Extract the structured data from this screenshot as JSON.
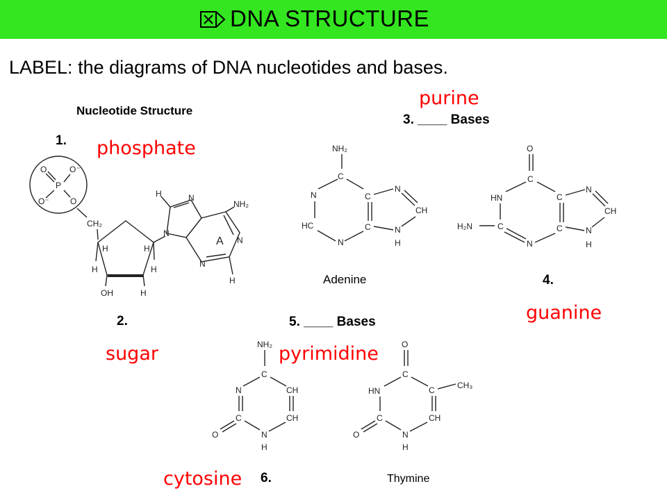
{
  "header": {
    "title": "DNA STRUCTURE",
    "bg_color": "#33e620"
  },
  "instruction": {
    "prefix": "LABEL:",
    "text": " the diagrams of DNA nucleotides and bases."
  },
  "figure": {
    "heading": "Nucleotide Structure",
    "num1": "1.",
    "num2": "2.",
    "section3": "3. ____ Bases",
    "num4": "4.",
    "section5": "5. ____ Bases",
    "num6": "6.",
    "adenine": "Adenine",
    "thymine": "Thymine",
    "ring_label_a": "A"
  },
  "labels": {
    "phosphate": "phosphate",
    "sugar": "sugar",
    "purine": "purine",
    "pyrimidine": "pyrimidine",
    "guanine": "guanine",
    "cytosine": "cytosine",
    "color": "#ff0000"
  },
  "atoms": {
    "O": "O",
    "O_minus": "O⁻",
    "P": "P",
    "CH2": "CH₂",
    "H": "H",
    "OH": "OH",
    "N": "N",
    "NH2": "NH₂",
    "H2N": "H₂N",
    "C": "C",
    "CH": "CH",
    "HN": "HN",
    "HC": "HC",
    "CH3": "CH₃"
  }
}
